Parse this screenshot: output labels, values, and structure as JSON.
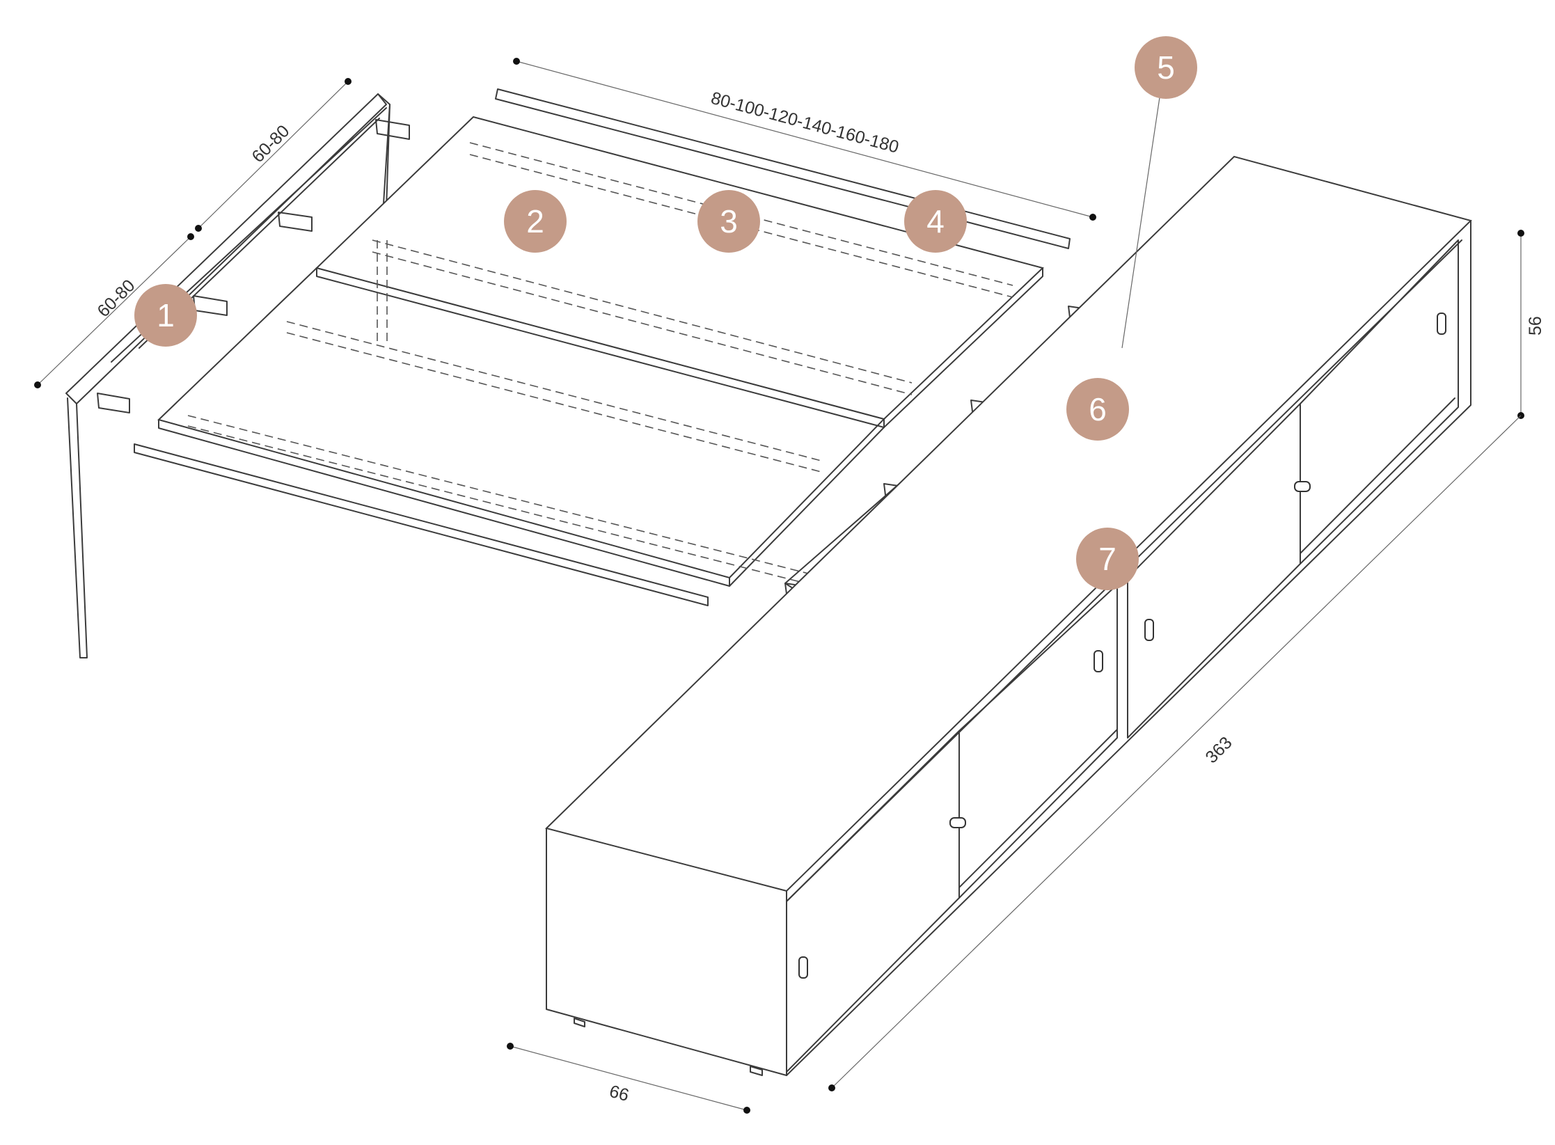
{
  "callouts": [
    {
      "label": "1"
    },
    {
      "label": "2"
    },
    {
      "label": "3"
    },
    {
      "label": "4"
    },
    {
      "label": "5"
    },
    {
      "label": "6"
    },
    {
      "label": "7"
    }
  ],
  "dimensions": {
    "widths": "80-100-120-140-160-180",
    "depth_top": "60-80",
    "depth_left": "60-80",
    "height": "56",
    "length": "363",
    "cabinet_depth": "66"
  },
  "colors": {
    "callout": "#c49b88",
    "line": "#3b3b3b"
  }
}
